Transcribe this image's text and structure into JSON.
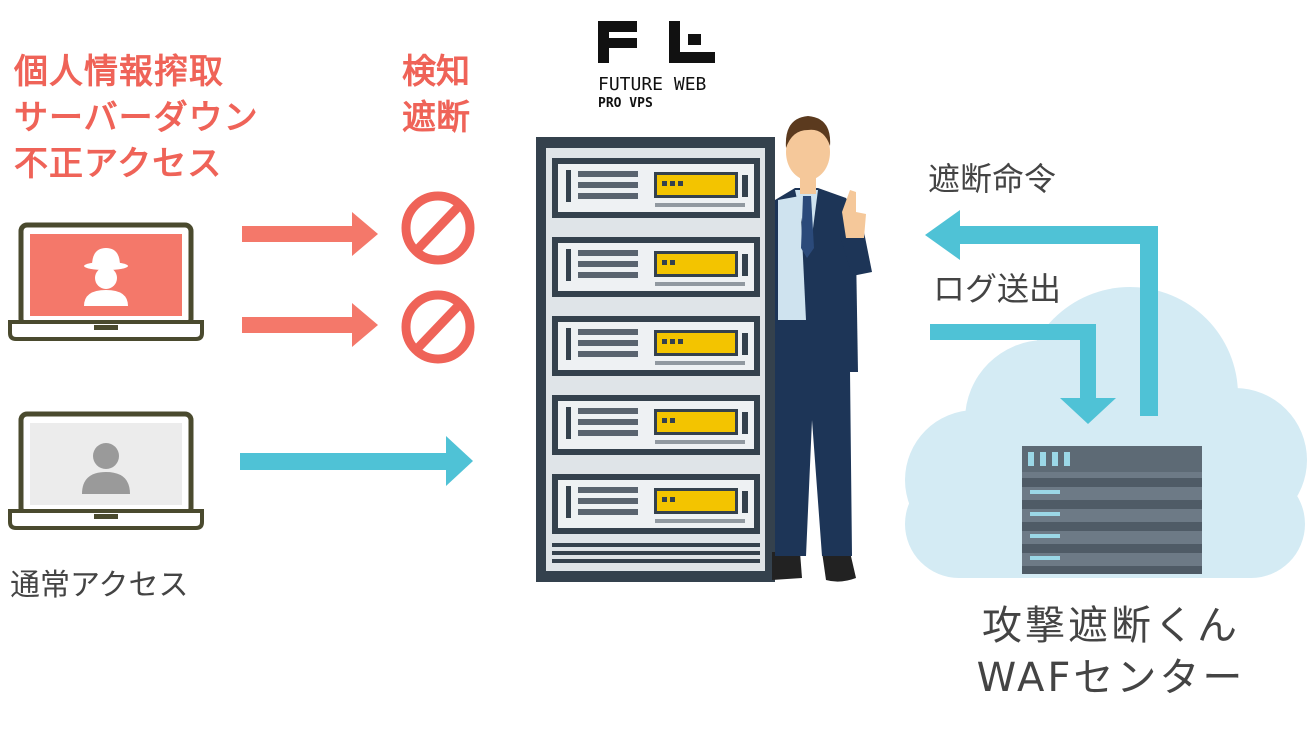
{
  "threats": {
    "lines": [
      "個人情報搾取",
      "サーバーダウン",
      "不正アクセス"
    ]
  },
  "detection": {
    "lines": [
      "検知",
      "遮断"
    ]
  },
  "normal_access": {
    "label": "通常アクセス"
  },
  "brand": {
    "name": "FUTURE WEB",
    "sub": "PRO VPS"
  },
  "waf_flow": {
    "block_command": "遮断命令",
    "log_send": "ログ送出"
  },
  "waf_center": {
    "line1": "攻撃遮断くん",
    "line2": "WAFセンター"
  },
  "colors": {
    "threat": "#ef6358",
    "normal_arrow": "#4fc2d6",
    "cloud": "#d4ebf4",
    "laptop_frame": "#4a4a2e",
    "server_dark": "#34414d",
    "server_panel": "#f3c400"
  }
}
